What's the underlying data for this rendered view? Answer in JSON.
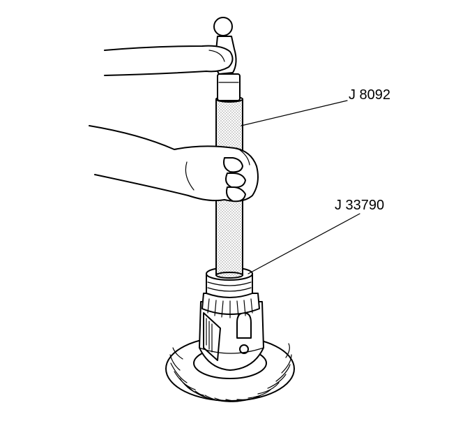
{
  "callouts": [
    {
      "id": "driver-handle",
      "label": "J 8092"
    },
    {
      "id": "bearing-installer",
      "label": "J 33790"
    }
  ],
  "colors": {
    "ink": "#000000",
    "paper": "#ffffff",
    "stipple": "#9a9a9a"
  },
  "icons": {
    "hammer": "hammer-icon",
    "hand": "hand-icon"
  }
}
